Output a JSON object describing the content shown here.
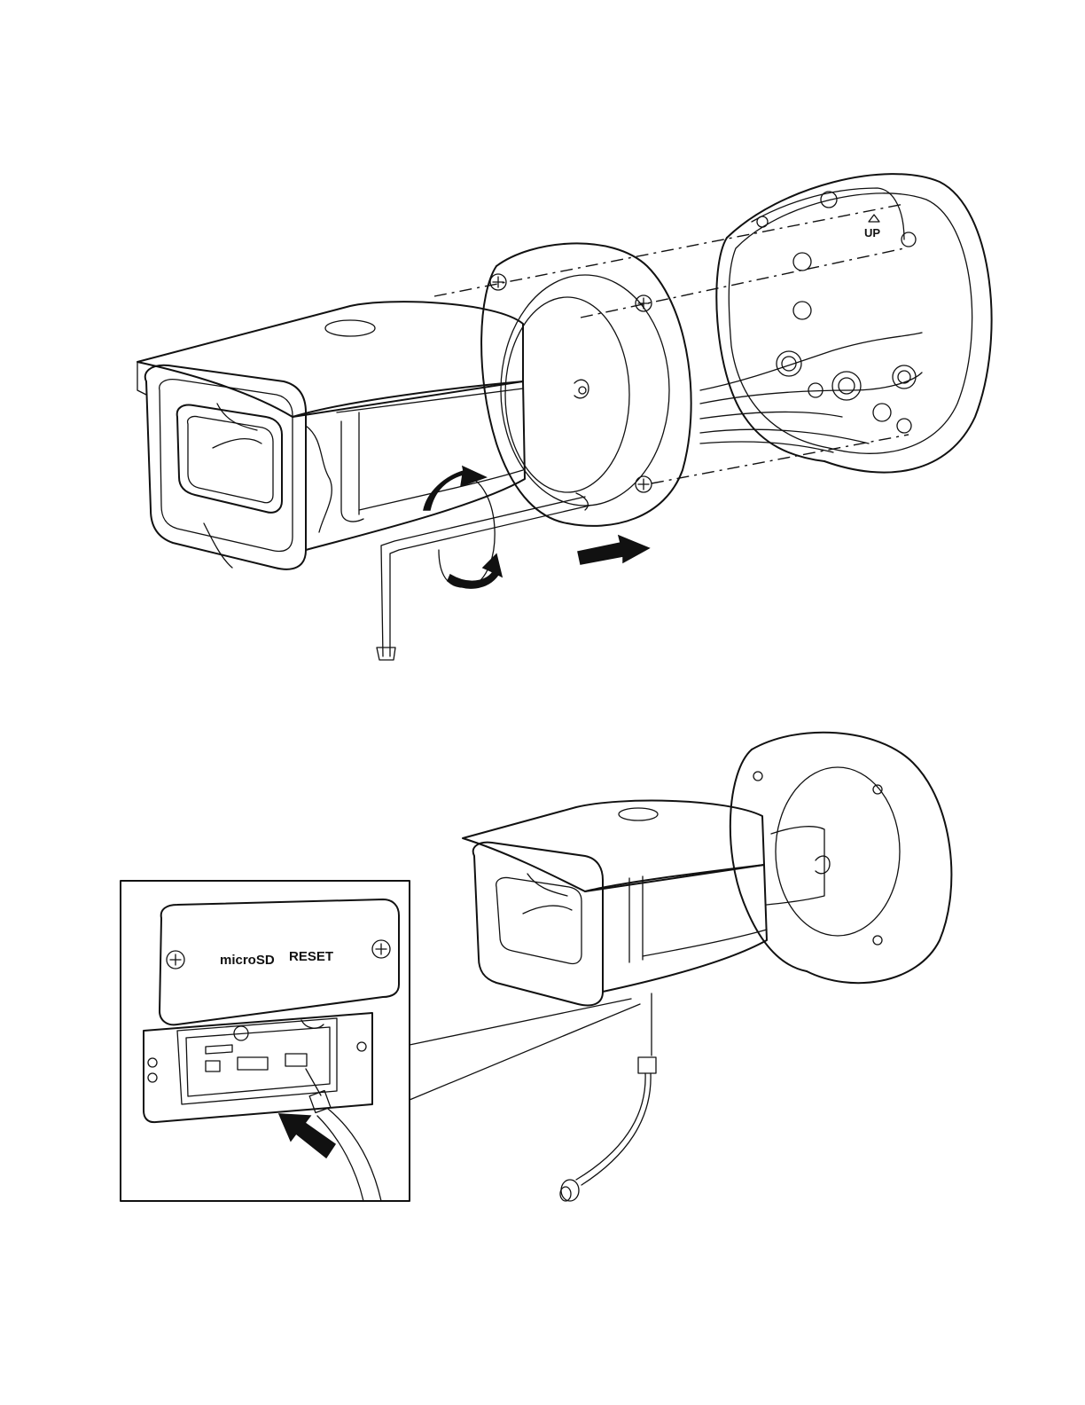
{
  "figure_top": {
    "mount_marking": "UP"
  },
  "figure_bottom": {
    "panel_labels": {
      "microsd": "microSD",
      "reset": "RESET"
    }
  }
}
